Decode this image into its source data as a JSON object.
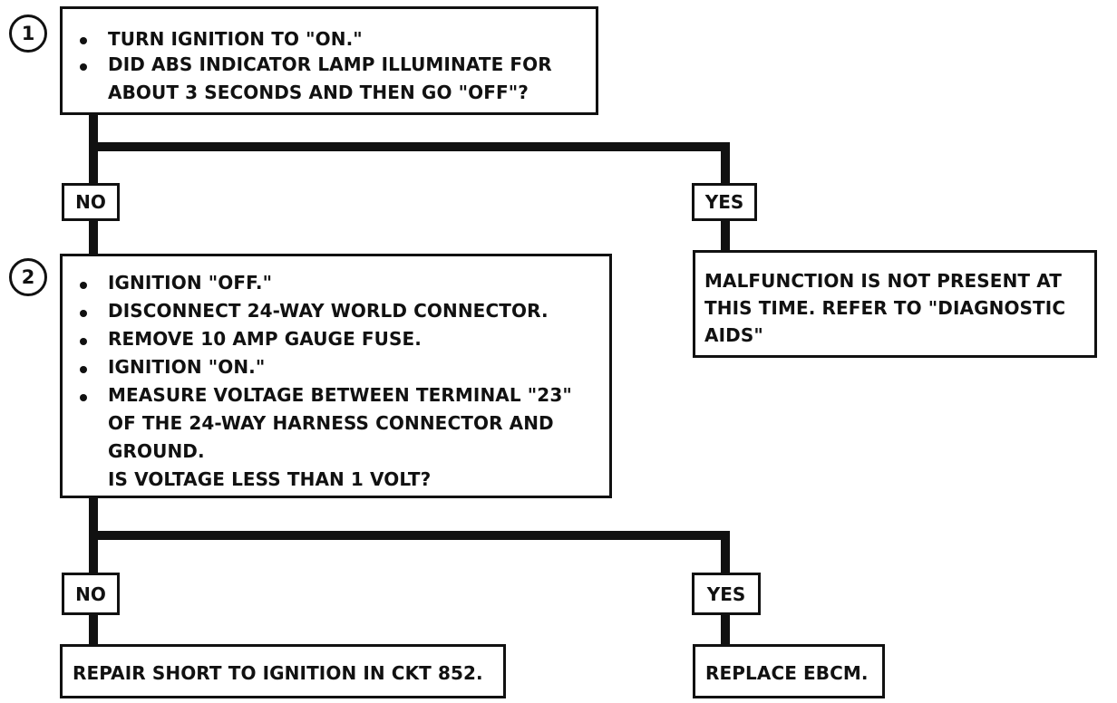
{
  "step_1": {
    "marker": "1",
    "bullets": [
      "TURN IGNITION TO \"ON.\"",
      "DID ABS INDICATOR LAMP ILLUMINATE FOR",
      "ABOUT 3 SECONDS AND THEN GO \"OFF\"?"
    ]
  },
  "step_1_branches": {
    "no_label": "NO",
    "yes_label": "YES"
  },
  "result_yes_1": {
    "lines": [
      "MALFUNCTION IS NOT PRESENT AT",
      "THIS TIME.  REFER TO \"DIAGNOSTIC",
      "AIDS\""
    ]
  },
  "step_2": {
    "marker": "2",
    "bullets": [
      "IGNITION \"OFF.\"",
      "DISCONNECT 24-WAY WORLD CONNECTOR.",
      "REMOVE 10 AMP GAUGE FUSE.",
      "IGNITION \"ON.\"",
      "MEASURE VOLTAGE BETWEEN TERMINAL \"23\"",
      "OF THE 24-WAY HARNESS CONNECTOR  AND",
      "GROUND.",
      "IS VOLTAGE LESS THAN 1 VOLT?"
    ]
  },
  "step_2_branches": {
    "no_label": "NO",
    "yes_label": "YES"
  },
  "result_no_2": {
    "text": "REPAIR SHORT TO IGNITION IN CKT 852."
  },
  "result_yes_2": {
    "text": "REPLACE EBCM."
  }
}
